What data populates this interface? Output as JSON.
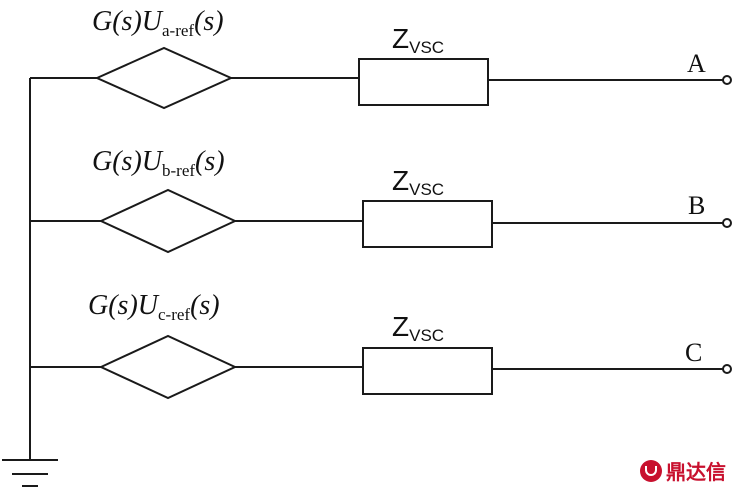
{
  "diagram": {
    "sources": [
      {
        "id": "a",
        "prefix": "G(s)U",
        "sub": "a-ref",
        "suffix": "(s)"
      },
      {
        "id": "b",
        "prefix": "G(s)U",
        "sub": "b-ref",
        "suffix": "(s)"
      },
      {
        "id": "c",
        "prefix": "G(s)U",
        "sub": "c-ref",
        "suffix": "(s)"
      }
    ],
    "impedance": {
      "main": "Z",
      "sub": "VSC"
    },
    "terminals": [
      "A",
      "B",
      "C"
    ]
  },
  "watermark": {
    "text": "鼎达信",
    "icon": "logo-icon"
  }
}
